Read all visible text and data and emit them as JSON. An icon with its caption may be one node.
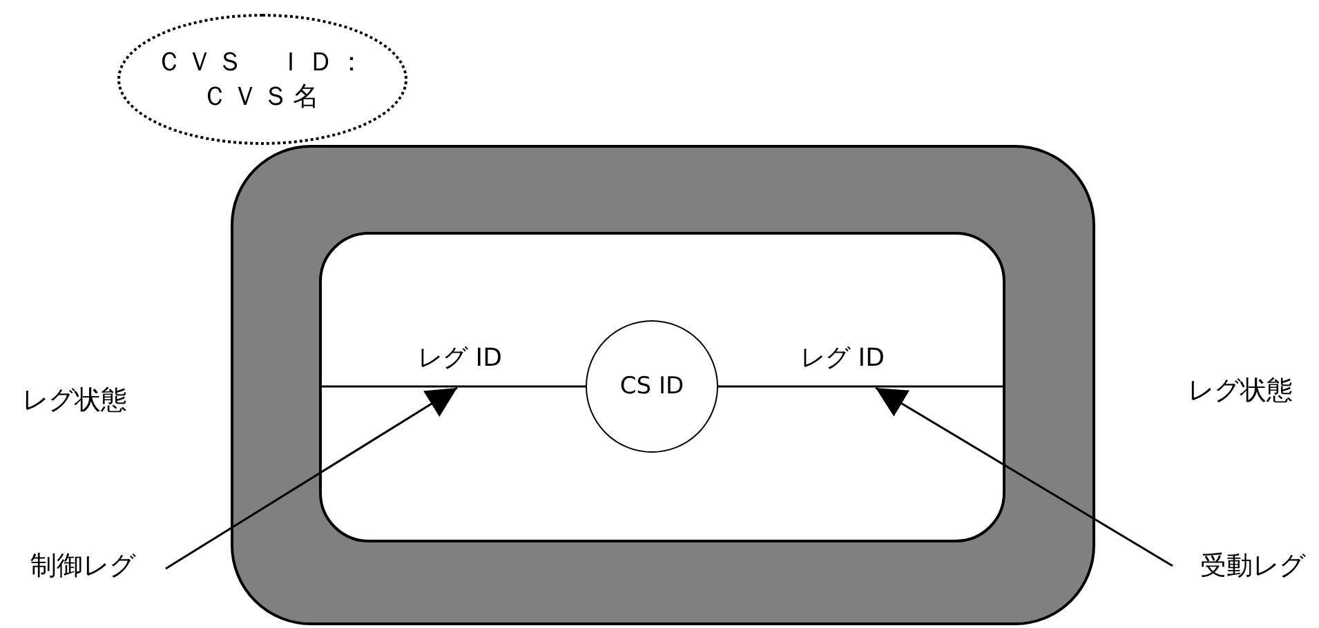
{
  "diagram": {
    "nodes": [
      {
        "text": [
          "ＣＶＳ　ＩＤ：ＣＶＳ名"
        ]
      },
      {
        "text": [],
        "shape": "box"
      },
      {
        "text": [],
        "shape": "box",
        "in": 1
      },
      {
        "text": [
          "CS ID"
        ],
        "in": 2
      },
      {
        "text": [
          "制御レグ"
        ]
      },
      {
        "text": [
          "受動レグ"
        ]
      }
    ],
    "edges": [
      {
        "from": 2,
        "to": 3,
        "arrow": "none",
        "label": "レグ ID"
      },
      {
        "from": 3,
        "to": 2,
        "arrow": "none",
        "label": "レグ ID"
      },
      {
        "from": 4,
        "to": null,
        "arrow": "to"
      },
      {
        "from": 5,
        "to": null,
        "arrow": "to"
      }
    ],
    "labels": [
      "レグ状態",
      "レグ状態"
    ]
  }
}
